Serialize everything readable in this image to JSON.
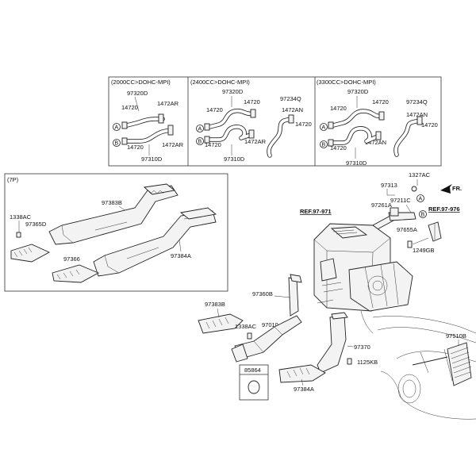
{
  "sections": {
    "s2000": "(2000CC>DOHC-MPI)",
    "s2400": "(2400CC>DOHC-MPI)",
    "s3300": "(3300CC>DOHC-MPI)",
    "s7p": "(7P)"
  },
  "callouts": {
    "a": "A",
    "b": "B"
  },
  "labels": {
    "p2000_97320D": "97320D",
    "p2000_14720a": "14720",
    "p2000_1472AR_a": "1472AR",
    "p2000_14720b": "14720",
    "p2000_1472AR_b": "1472AR",
    "p2000_97310D": "97310D",
    "p2400_97320D": "97320D",
    "p2400_14720a": "14720",
    "p2400_14720b": "14720",
    "p2400_14720c": "14720",
    "p2400_1472AR": "1472AR",
    "p2400_97310D": "97310D",
    "p2400_97234Q": "97234Q",
    "p2400_1472AN": "1472AN",
    "p2400_14720d": "14720",
    "p3300_97320D": "97320D",
    "p3300_14720a": "14720",
    "p3300_14720b": "14720",
    "p3300_14720c": "14720",
    "p3300_1472AN_a": "1472AN",
    "p3300_97310D": "97310D",
    "p3300_97234Q": "97234Q",
    "p3300_1472AN_b": "1472AN",
    "p3300_14720d": "14720",
    "p7_97383B": "97383B",
    "p7_1338AC": "1338AC",
    "p7_97365D": "97365D",
    "p7_97384A": "97384A",
    "p7_97366": "97366",
    "m_1327AC": "1327AC",
    "m_97313": "97313",
    "m_97211C": "97211C",
    "m_97261A": "97261A",
    "m_97655A": "97655A",
    "m_1249GB": "1249GB",
    "m_97360B": "97360B",
    "m_97383B": "97383B",
    "m_1338AC": "1338AC",
    "m_97010": "97010",
    "m_97370": "97370",
    "m_1125KB": "1125KB",
    "m_85864": "85864",
    "m_97384A": "97384A",
    "m_97510B": "97510B"
  },
  "refs": {
    "ref971": "REF.97-971",
    "ref976": "REF.97-976",
    "fr": "FR."
  }
}
